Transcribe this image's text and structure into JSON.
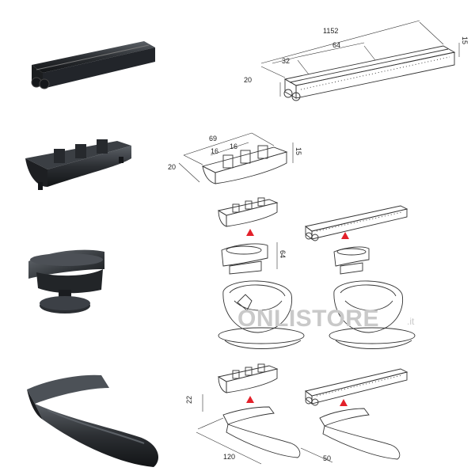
{
  "dimensions": {
    "rail_length": "1152",
    "rail_segment": "64",
    "rail_offset": "32",
    "rail_width": "20",
    "rail_height": "15",
    "clip_length": "69",
    "clip_pitch_a": "16",
    "clip_pitch_b": "16",
    "clip_width": "20",
    "clip_height": "15",
    "holder_height": "64",
    "wing_height": "22",
    "wing_length": "120",
    "wing_width": "50"
  },
  "watermark": {
    "text": "ONLISTORE",
    "suffix": ".it"
  },
  "colors": {
    "part_dark": "#2c2f33",
    "line": "#333333",
    "arrow_red": "#e3202a",
    "watermark": "#c9c9c9"
  }
}
